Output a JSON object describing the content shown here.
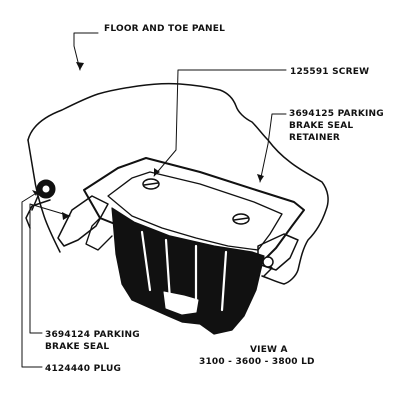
{
  "callouts": {
    "floor_panel": "FLOOR AND TOE PANEL",
    "screw": "125591 SCREW",
    "seal_retainer_line1": "3694125 PARKING",
    "seal_retainer_line2": "BRAKE SEAL",
    "seal_retainer_line3": "RETAINER",
    "seal_line1": "3694124 PARKING",
    "seal_line2": "BRAKE SEAL",
    "plug": "4124440 PLUG"
  },
  "view": {
    "title": "VIEW A",
    "models": "3100 - 3600 - 3800 LD"
  },
  "colors": {
    "ink": "#111111",
    "paper": "#ffffff"
  }
}
